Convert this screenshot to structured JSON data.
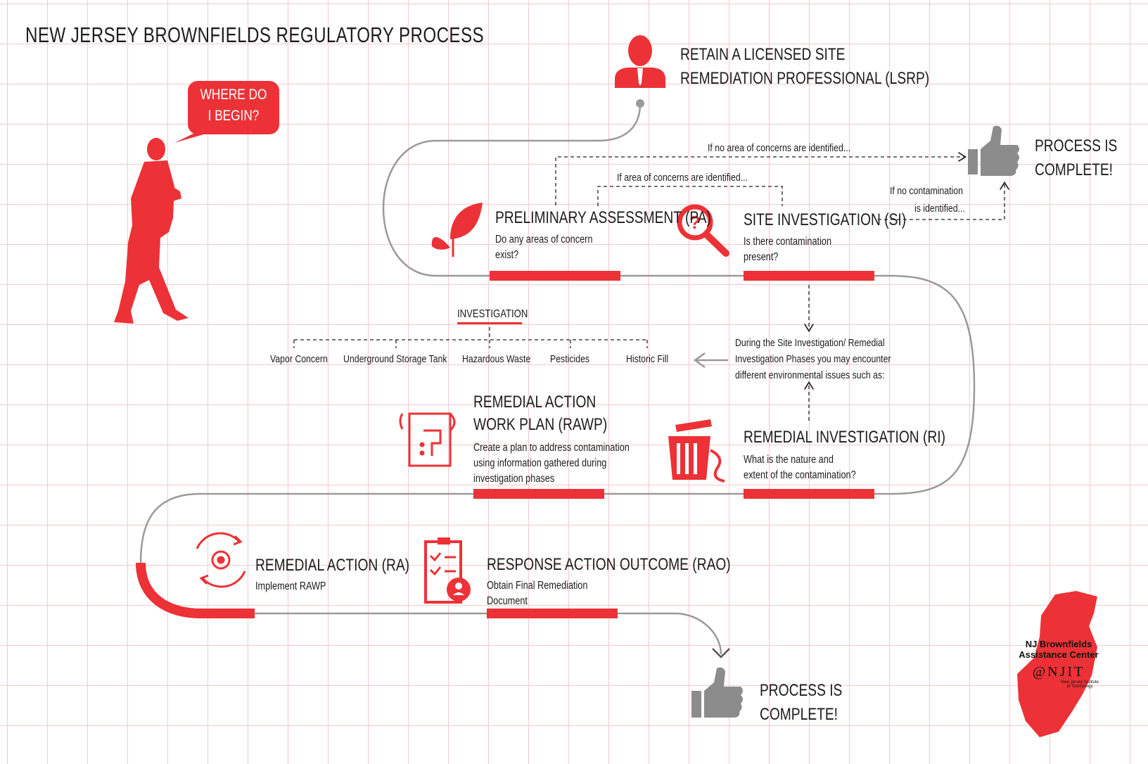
{
  "title": "NEW JERSEY BROWNFIELDS REGULATORY PROCESS",
  "speech_bubble": {
    "line1": "WHERE DO",
    "line2": "I BEGIN?"
  },
  "steps": {
    "lsrp": {
      "line1": "RETAIN A LICENSED SITE",
      "line2": "REMEDIATION PROFESSIONAL (LSRP)",
      "icon": "person-tie-icon"
    },
    "pa": {
      "title": "PRELIMINARY ASSESSMENT (PA)",
      "desc1": "Do any areas of concern",
      "desc2": "exist?",
      "icon": "leaf-icon"
    },
    "si": {
      "title": "SITE INVESTIGATION (SI)",
      "desc1": "Is there contamination",
      "desc2": "present?",
      "icon": "magnifier-question-icon"
    },
    "ri": {
      "title": "REMEDIAL INVESTIGATION (RI)",
      "desc1": "What is the nature and",
      "desc2": "extent of the contamination?",
      "icon": "trash-can-icon"
    },
    "rawp": {
      "title1": "REMEDIAL ACTION",
      "title2": "WORK PLAN (RAWP)",
      "desc1": "Create a plan to address contamination",
      "desc2": "using information gathered during",
      "desc3": "investigation phases",
      "icon": "blueprint-icon"
    },
    "ra": {
      "title": "REMEDIAL ACTION (RA)",
      "desc1": "Implement RAWP",
      "icon": "gear-cycle-icon"
    },
    "rao": {
      "title": "RESPONSE ACTION OUTCOME (RAO)",
      "desc1": "Obtain Final Remediation",
      "desc2": "Document",
      "icon": "checklist-person-icon"
    }
  },
  "branches": {
    "no_aoc": "If no area of concerns are identified...",
    "aoc": "If area of concerns are identified...",
    "no_contam1": "If no contamination",
    "no_contam2": "is identified..."
  },
  "complete_top": {
    "line1": "PROCESS IS",
    "line2": "COMPLETE!"
  },
  "complete_bottom": {
    "line1": "PROCESS IS",
    "line2": "COMPLETE!"
  },
  "investigation": {
    "heading": "INVESTIGATION",
    "items": [
      "Vapor Concern",
      "Underground Storage Tank",
      "Hazardous Waste",
      "Pesticides",
      "Historic Fill"
    ],
    "note1": "During the Site Investigation/ Remedial",
    "note2": "Investigation Phases you may encounter",
    "note3": "different environmental issues such as:"
  },
  "logo": {
    "line1": "NJ Brownfields",
    "line2": "Assistance Center",
    "brand": "@NJIT",
    "sub1": "New Jersey Institute",
    "sub2": "of Technology"
  },
  "colors": {
    "accent": "#ec3237",
    "path": "#9a9a9a",
    "thumb": "#8c8c8c",
    "grid": "#f3c9cc"
  }
}
